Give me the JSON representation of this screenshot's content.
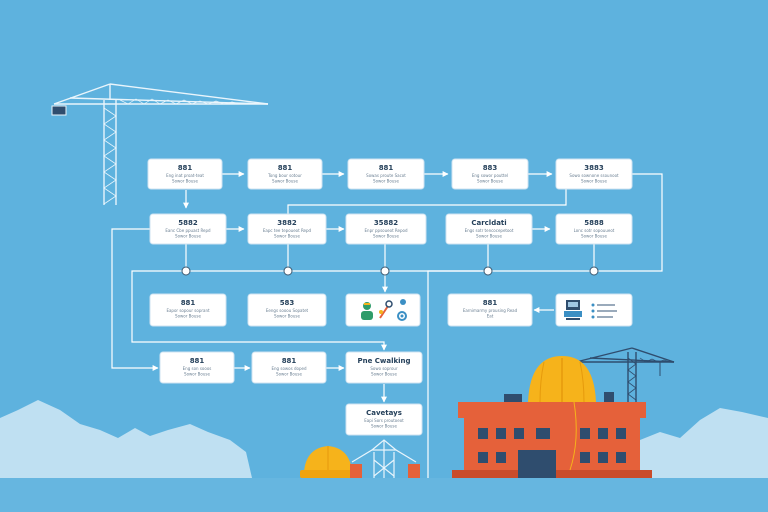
{
  "diagram": {
    "background": "#5eb2de",
    "colors": {
      "box": "#ffffff",
      "text": "#25405a",
      "subtext": "#6a7f92",
      "building": "#e5613a",
      "building_dark": "#c94c2b",
      "window": "#2f4d6e",
      "helmet": "#f6b31b",
      "crane": "#e9f5fc",
      "crane_dark": "#3a5670",
      "cloud": "#bfe0f2",
      "ground": "#66b6e0"
    },
    "nodes": [
      {
        "id": "r1c1",
        "title": "881",
        "lines": [
          "Eng inat proat-teat",
          "Sowor Bouse"
        ]
      },
      {
        "id": "r1c2",
        "title": "881",
        "lines": [
          "Tong bour sotour",
          "Sawor Bouse"
        ]
      },
      {
        "id": "r1c3",
        "title": "881",
        "lines": [
          "Sowas proute Sacot",
          "Sowor Bouse"
        ]
      },
      {
        "id": "r1c4",
        "title": "883",
        "lines": [
          "Eng sowor pouttel",
          "Sowor Bouse"
        ]
      },
      {
        "id": "r1c5",
        "title": "3883",
        "lines": [
          "Sowo sownone ssounoot",
          "Sowor Bouse"
        ]
      },
      {
        "id": "r2c1",
        "title": "5882",
        "lines": [
          "Eanc Cbe ppuast Repd",
          "Sowor Bouse"
        ]
      },
      {
        "id": "r2c2",
        "title": "3882",
        "lines": [
          "Eapc tee tepoueot Repd",
          "Sowor Bouse"
        ]
      },
      {
        "id": "r2c3",
        "title": "35882",
        "lines": [
          "Enpr ppsoueot Repod",
          "Sowor Bouse"
        ]
      },
      {
        "id": "r2c4",
        "title": "Carcldati",
        "lines": [
          "Engs sotr tencocepetoot",
          "Sowor Bouse"
        ]
      },
      {
        "id": "r2c5",
        "title": "5888",
        "lines": [
          "Lonc sotr sopouueot",
          "Sowor Bouse"
        ]
      },
      {
        "id": "r3c1",
        "title": "881",
        "lines": [
          "Eapor sopour soprant",
          "Sowor Bouse"
        ]
      },
      {
        "id": "r3c2",
        "title": "583",
        "lines": [
          "Eengs sooou Sopatet",
          "Sowor Bouse"
        ]
      },
      {
        "id": "r3c4",
        "title": "881",
        "lines": [
          "Earnimarmy prousing Read",
          "Eat"
        ]
      },
      {
        "id": "r4c1",
        "title": "881",
        "lines": [
          "Eng son sooos",
          "Sowor Bouse"
        ]
      },
      {
        "id": "r4c2",
        "title": "881",
        "lines": [
          "Eng sowos doped",
          "Sowor Bouse"
        ]
      },
      {
        "id": "r4c3",
        "title": "Pne Cwalking",
        "lines": [
          "Sowo soprour",
          "Sowor Bouse"
        ]
      },
      {
        "id": "r5c3",
        "title": "Cavetays",
        "lines": [
          "Eapi Sors proutoeot",
          "Sowor Bouse"
        ]
      }
    ],
    "icon_nodes": [
      {
        "id": "r3c3",
        "icons": [
          "worker-icon",
          "tools-icon",
          "gear-icon"
        ]
      },
      {
        "id": "r3c5",
        "icons": [
          "machine-icon",
          "checklist-icon"
        ]
      }
    ]
  }
}
